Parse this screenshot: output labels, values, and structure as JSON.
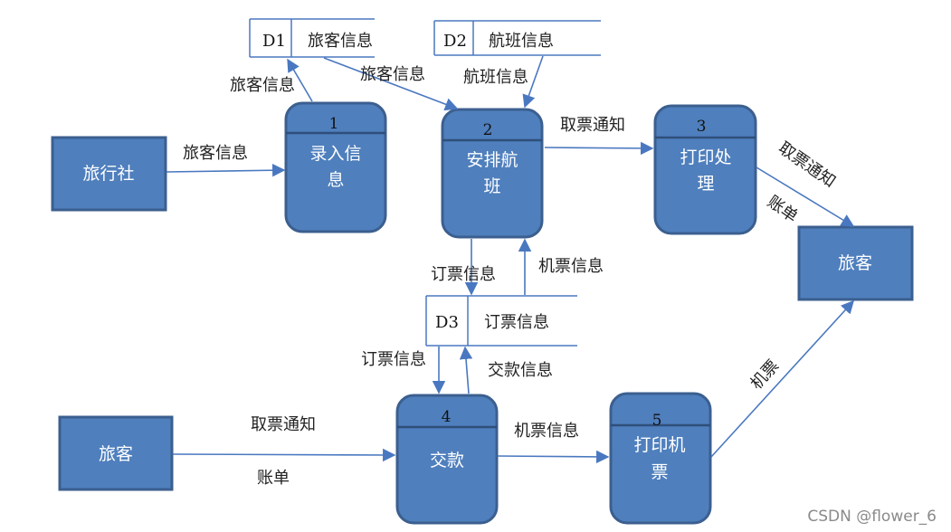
{
  "entities": {
    "travel_agency": "旅行社",
    "traveler_in": "旅客",
    "traveler_out": "旅客"
  },
  "processes": [
    {
      "number": "1",
      "name_line1": "录入信",
      "name_line2": "息"
    },
    {
      "number": "2",
      "name_line1": "安排航",
      "name_line2": "班"
    },
    {
      "number": "3",
      "name_line1": "打印处",
      "name_line2": "理"
    },
    {
      "number": "4",
      "name_line1": "交款",
      "name_line2": ""
    },
    {
      "number": "5",
      "name_line1": "打印机",
      "name_line2": "票"
    }
  ],
  "data_stores": [
    {
      "id": "D1",
      "name": "旅客信息"
    },
    {
      "id": "D2",
      "name": "航班信息"
    },
    {
      "id": "D3",
      "name": "订票信息"
    }
  ],
  "flow_labels": {
    "agency_to_p1": "旅客信息",
    "p1_to_d1": "旅客信息",
    "d1_to_p2": "旅客信息",
    "d2_to_p2": "航班信息",
    "p2_to_p3": "取票通知",
    "p3_to_traveler_notice": "取票通知",
    "p3_to_traveler_bill": "账单",
    "p2_to_d3": "订票信息",
    "d3_to_p2": "机票信息",
    "d3_to_p4": "订票信息",
    "p4_to_d3": "交款信息",
    "traveler_to_p4_notice": "取票通知",
    "traveler_to_p4_bill": "账单",
    "p4_to_p5": "机票信息",
    "p5_to_traveler": "机票"
  },
  "colors": {
    "box_fill": "#4f7fbd",
    "box_stroke": "#3b5f8f",
    "arrow": "#4a78c0",
    "store_line": "#4a78c0"
  },
  "watermark": "CSDN @flower_6"
}
